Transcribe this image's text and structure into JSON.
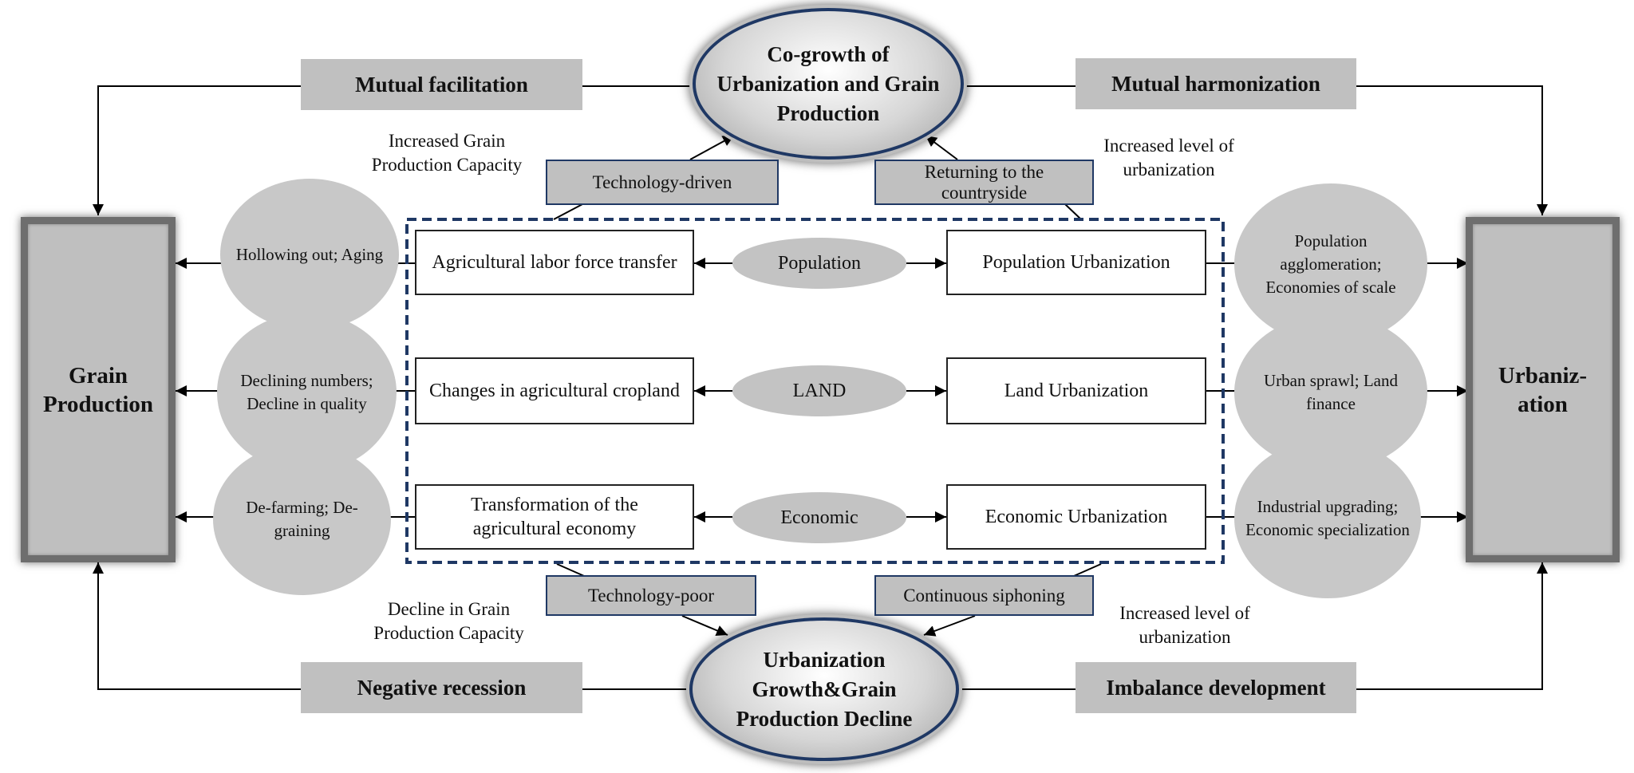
{
  "left_box": "Grain Production",
  "right_box": "Urbaniz-ation",
  "top_ellipse": "Co-growth of Urbanization and Grain Production",
  "bottom_ellipse": "Urbanization Growth&Grain Production Decline",
  "corner_labels": {
    "top_left": "Mutual facilitation",
    "top_right": "Mutual harmonization",
    "bottom_left": "Negative recession",
    "bottom_right": "Imbalance development"
  },
  "small_boxes": {
    "technology_driven": "Technology-driven",
    "returning": "Returning to the countryside",
    "technology_poor": "Technology-poor",
    "siphoning": "Continuous siphoning"
  },
  "annotations": {
    "increased_capacity": "Increased Grain Production Capacity",
    "increased_urbanization_top": "Increased level of urbanization",
    "decline_capacity": "Decline in Grain Production Capacity",
    "increased_urbanization_bottom": "Increased level of urbanization"
  },
  "rows": [
    {
      "left_circle": "Hollowing out; Aging",
      "left_box": "Agricultural labor force transfer",
      "center": "Population",
      "right_box": "Population Urbanization",
      "right_circle": "Population agglomeration; Economies of scale"
    },
    {
      "left_circle": "Declining numbers; Decline in quality",
      "left_box": "Changes in agricultural cropland",
      "center": "LAND",
      "right_box": "Land Urbanization",
      "right_circle": "Urban sprawl; Land finance"
    },
    {
      "left_circle": "De-farming; De-graining",
      "left_box": "Transformation of the agricultural economy",
      "center": "Economic",
      "right_box": "Economic Urbanization",
      "right_circle": "Industrial upgrading; Economic specialization"
    }
  ],
  "colors": {
    "side_fill": "#bfbfbf",
    "side_border": "#6e6e6e",
    "label_fill": "#c0c0c0",
    "circle_fill": "#c8c8c8",
    "dashed_border": "#1f3864"
  }
}
